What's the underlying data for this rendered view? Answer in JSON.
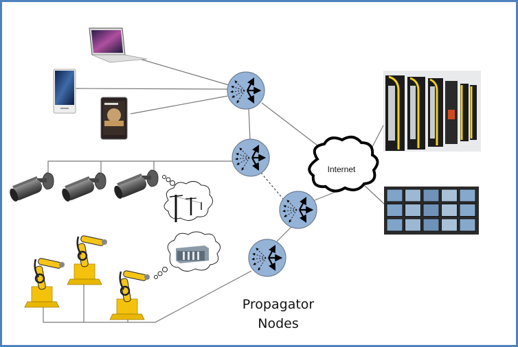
{
  "diagram": {
    "caption_line1": "Propagator",
    "caption_line2": "Nodes",
    "cloud_label": "Internet",
    "frame_color": "#4f81bd",
    "node_fill": "#95b3d7",
    "nodes": [
      {
        "id": "propagator-node-1",
        "icon": "propagator-node-icon"
      },
      {
        "id": "propagator-node-2",
        "icon": "propagator-node-icon"
      },
      {
        "id": "propagator-node-3",
        "icon": "propagator-node-icon"
      },
      {
        "id": "propagator-node-4",
        "icon": "propagator-node-icon"
      }
    ],
    "devices": [
      {
        "name": "laptop",
        "icon": "laptop-icon"
      },
      {
        "name": "smartphone",
        "icon": "smartphone-icon"
      },
      {
        "name": "tablet",
        "icon": "tablet-icon"
      },
      {
        "name": "security-camera",
        "icon": "camera-icon",
        "count": 3
      },
      {
        "name": "power-lines-thought",
        "icon": "power-pole-icon"
      },
      {
        "name": "plc-controller-thought",
        "icon": "plc-rack-icon"
      },
      {
        "name": "industrial-robot",
        "icon": "robot-arm-icon",
        "count": 3
      },
      {
        "name": "datacenter",
        "icon": "server-rack-icon"
      },
      {
        "name": "video-wall",
        "icon": "monitor-wall-icon"
      }
    ]
  }
}
